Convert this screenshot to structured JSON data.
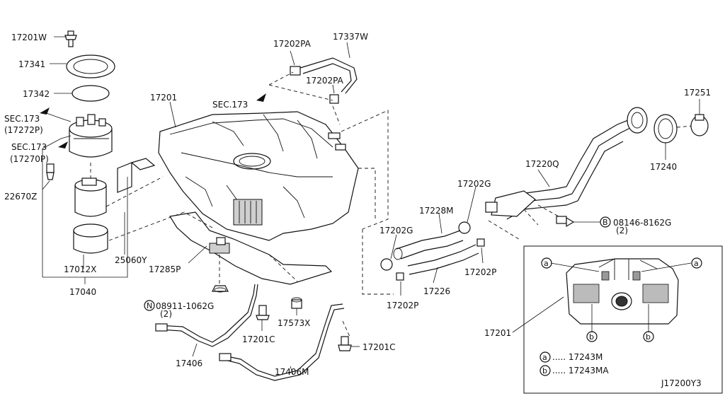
{
  "diagram_id": "J17200Y3",
  "labels": {
    "p17201W": "17201W",
    "p17341": "17341",
    "p17342": "17342",
    "sec_top": "SEC.173",
    "sec1": "SEC.173",
    "sec1_sub": "(17272P)",
    "sec2": "SEC.173",
    "sec2_sub": "(17270P)",
    "p22670Z": "22670Z",
    "p17012X": "17012X",
    "p17040": "17040",
    "p25060Y": "25060Y",
    "p17285P": "17285P",
    "n_bolt": "08911-1062G",
    "n_bolt_qty": "(2)",
    "n_prefix": "N",
    "p17201_top": "17201",
    "p17202PA_1": "17202PA",
    "p17337W": "17337W",
    "p17202PA_2": "17202PA",
    "p17406": "17406",
    "p17201C_1": "17201C",
    "p17573X": "17573X",
    "p17406M": "17406M",
    "p17201C_2": "17201C",
    "p17202G_1": "17202G",
    "p17228M": "17228M",
    "p17202G_2": "17202G",
    "p17202P_1": "17202P",
    "p17226": "17226",
    "p17202P_2": "17202P",
    "p17220Q": "17220Q",
    "p17240": "17240",
    "p17251": "17251",
    "b_bolt": "08146-8162G",
    "b_bolt_qty": "(2)",
    "b_prefix": "B",
    "inset_17201": "17201",
    "inset_a": "a",
    "inset_b": "b",
    "legend_a_mark": "a",
    "legend_a": "..... 17243M",
    "legend_b_mark": "b",
    "legend_b": "..... 17243MA"
  }
}
